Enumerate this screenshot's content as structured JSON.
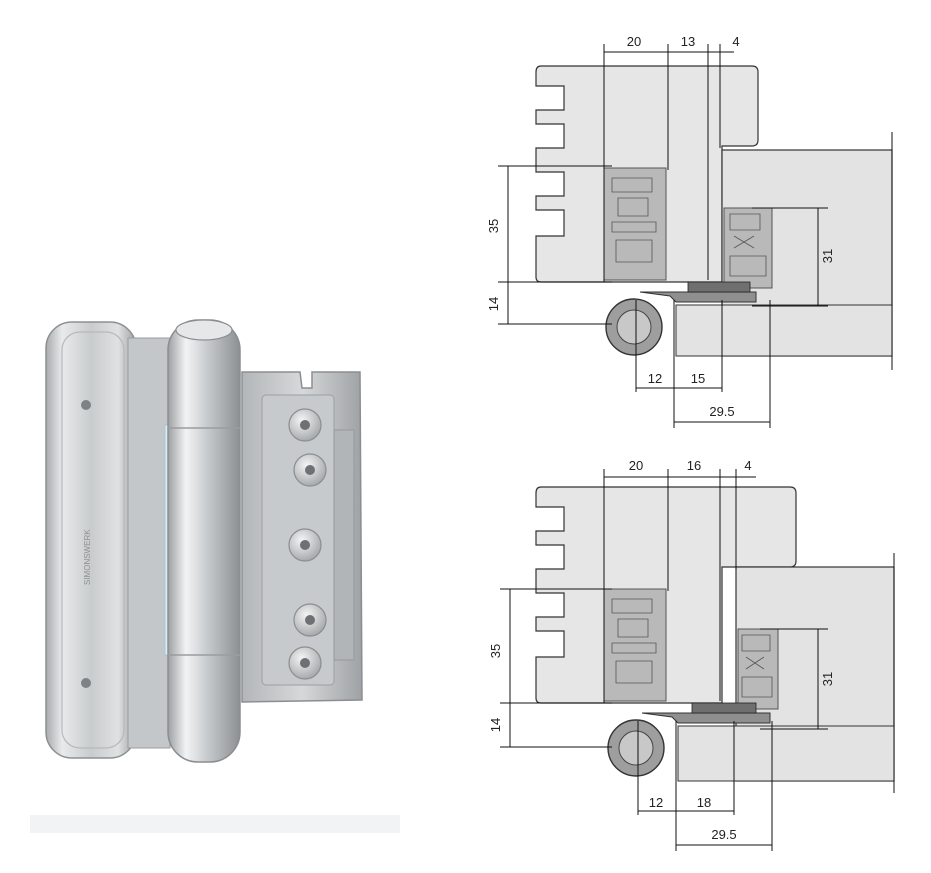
{
  "colors": {
    "frame_fill": "#e6e6e6",
    "leaf_fill": "#e3e3e3",
    "outline": "#333333",
    "hinge_body": "#c9c9c9",
    "hinge_dark": "#8f8f8f",
    "dim_line": "#111111"
  },
  "product": {
    "engraving": "SIMONSWERK",
    "icon": "door-hinge-illustration"
  },
  "diagrams": [
    {
      "top": {
        "a": "20",
        "b": "13",
        "c": "4"
      },
      "left": {
        "height": "35",
        "offset": "14"
      },
      "right": {
        "height": "31"
      },
      "bottom": {
        "a": "12",
        "b": "15",
        "total": "29.5"
      }
    },
    {
      "top": {
        "a": "20",
        "b": "16",
        "c": "4"
      },
      "left": {
        "height": "35",
        "offset": "14"
      },
      "right": {
        "height": "31"
      },
      "bottom": {
        "a": "12",
        "b": "18",
        "total": "29.5"
      }
    }
  ]
}
